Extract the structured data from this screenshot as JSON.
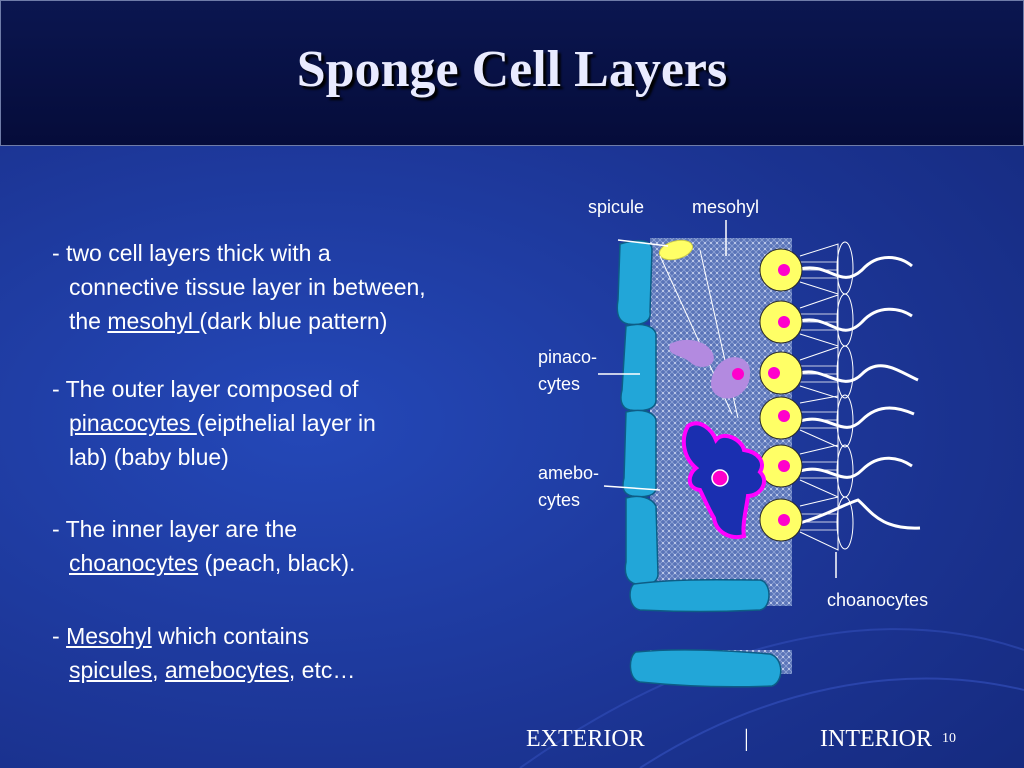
{
  "slide": {
    "title": "Sponge Cell Layers",
    "page_number": "10"
  },
  "bullets": [
    {
      "l1": "- two cell layers thick with a",
      "l2": "connective tissue layer in between,",
      "l3_pre": "the ",
      "l3_link": "mesohyl ",
      "l3_post": "(dark blue pattern)"
    },
    {
      "l1": "- The outer layer composed of",
      "l2_link": "pinacocytes ",
      "l2_post": "(eipthelial layer in",
      "l3": "lab) (baby blue)"
    },
    {
      "l1": "- The inner layer are the",
      "l2_link": "choanocytes",
      "l2_post": " (peach, black)."
    },
    {
      "l1_pre": "- ",
      "l1_link": "Mesohyl",
      "l1_post": " which contains",
      "l2_link1": "spicules",
      "l2_sep": ", ",
      "l2_link2": "amebocytes",
      "l2_post": ", etc…"
    }
  ],
  "diagram": {
    "labels": {
      "spicule": "spicule",
      "mesohyl": "mesohyl",
      "pinaco1": "pinaco-",
      "pinaco2": "cytes",
      "amebo1": "amebo-",
      "amebo2": "cytes",
      "choanocytes": "choanocytes"
    }
  },
  "footer": {
    "exterior": "EXTERIOR",
    "divider": "|",
    "interior": "INTERIOR"
  },
  "colors": {
    "background": "#1f3a9c",
    "title_bar": "#050c3a",
    "pinacocyte": "#22a6d8",
    "mesohyl": "#5a74b8",
    "amebocyte_fill": "#1a2fb0",
    "amebocyte_outline": "#ff00ff",
    "choanocyte_collar": "#ffff66",
    "nucleus": "#ff00cc"
  }
}
